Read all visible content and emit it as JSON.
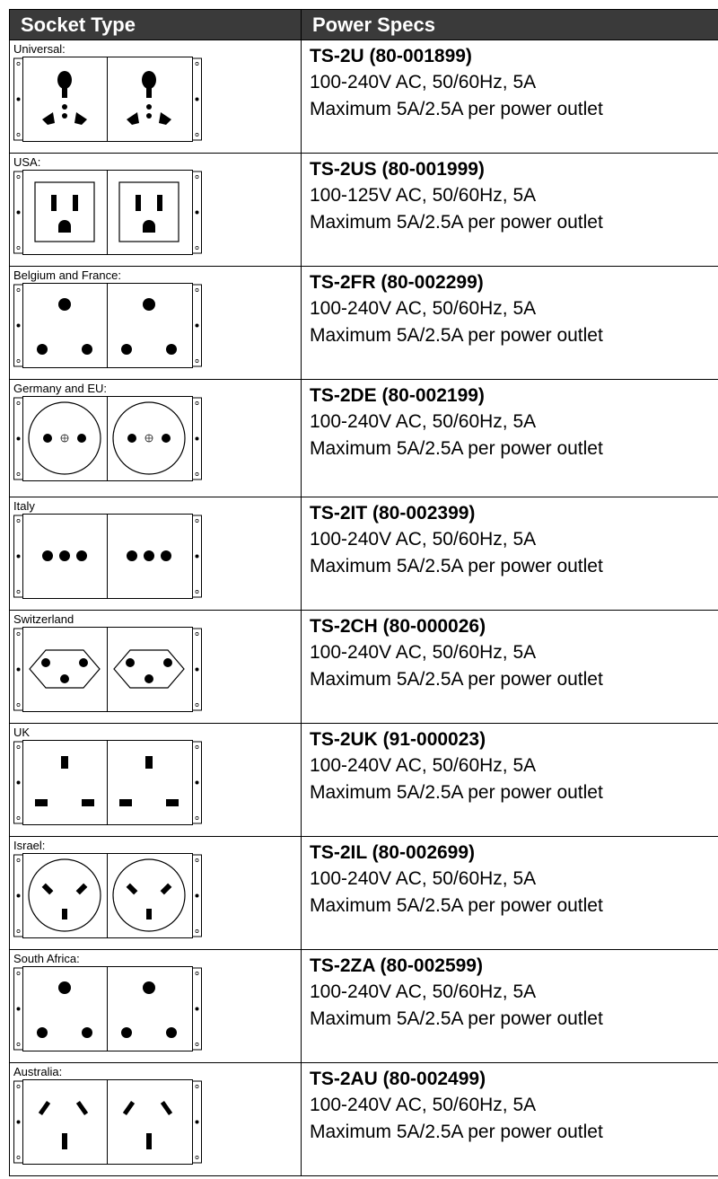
{
  "header": {
    "socket_type": "Socket Type",
    "power_specs": "Power Specs"
  },
  "rows": [
    {
      "socket": "Universal:",
      "icon": "universal-socket-icon",
      "model": "TS-2U (80-001899)",
      "rating": "100-240V AC, 50/60Hz, 5A",
      "max": "Maximum 5A/2.5A per power outlet"
    },
    {
      "socket": "USA:",
      "icon": "usa-socket-icon",
      "model": "TS-2US (80-001999)",
      "rating": "100-125V AC, 50/60Hz, 5A",
      "max": "Maximum 5A/2.5A per power outlet"
    },
    {
      "socket": "Belgium and France:",
      "icon": "belgium-france-socket-icon",
      "model": "TS-2FR (80-002299)",
      "rating": "100-240V AC, 50/60Hz, 5A",
      "max": "Maximum 5A/2.5A per power outlet"
    },
    {
      "socket": "Germany and EU:",
      "icon": "germany-eu-socket-icon",
      "model": "TS-2DE (80-002199)",
      "rating": "100-240V AC, 50/60Hz, 5A",
      "max": "Maximum 5A/2.5A per power outlet"
    },
    {
      "socket": "Italy",
      "icon": "italy-socket-icon",
      "model": "TS-2IT (80-002399)",
      "rating": "100-240V AC, 50/60Hz, 5A",
      "max": "Maximum 5A/2.5A per power outlet"
    },
    {
      "socket": "Switzerland",
      "icon": "switzerland-socket-icon",
      "model": "TS-2CH (80-000026)",
      "rating": "100-240V AC, 50/60Hz, 5A",
      "max": "Maximum 5A/2.5A per power outlet"
    },
    {
      "socket": "UK",
      "icon": "uk-socket-icon",
      "model": "TS-2UK (91-000023)",
      "rating": "100-240V AC, 50/60Hz, 5A",
      "max": "Maximum 5A/2.5A per power outlet"
    },
    {
      "socket": "Israel:",
      "icon": "israel-socket-icon",
      "model": "TS-2IL (80-002699)",
      "rating": "100-240V AC, 50/60Hz, 5A",
      "max": "Maximum 5A/2.5A per power outlet"
    },
    {
      "socket": "South Africa:",
      "icon": "south-africa-socket-icon",
      "model": "TS-2ZA (80-002599)",
      "rating": "100-240V AC, 50/60Hz, 5A",
      "max": "Maximum 5A/2.5A per power outlet"
    },
    {
      "socket": "Australia:",
      "icon": "australia-socket-icon",
      "model": "TS-2AU (80-002499)",
      "rating": "100-240V AC, 50/60Hz, 5A",
      "max": "Maximum 5A/2.5A per power outlet"
    }
  ]
}
